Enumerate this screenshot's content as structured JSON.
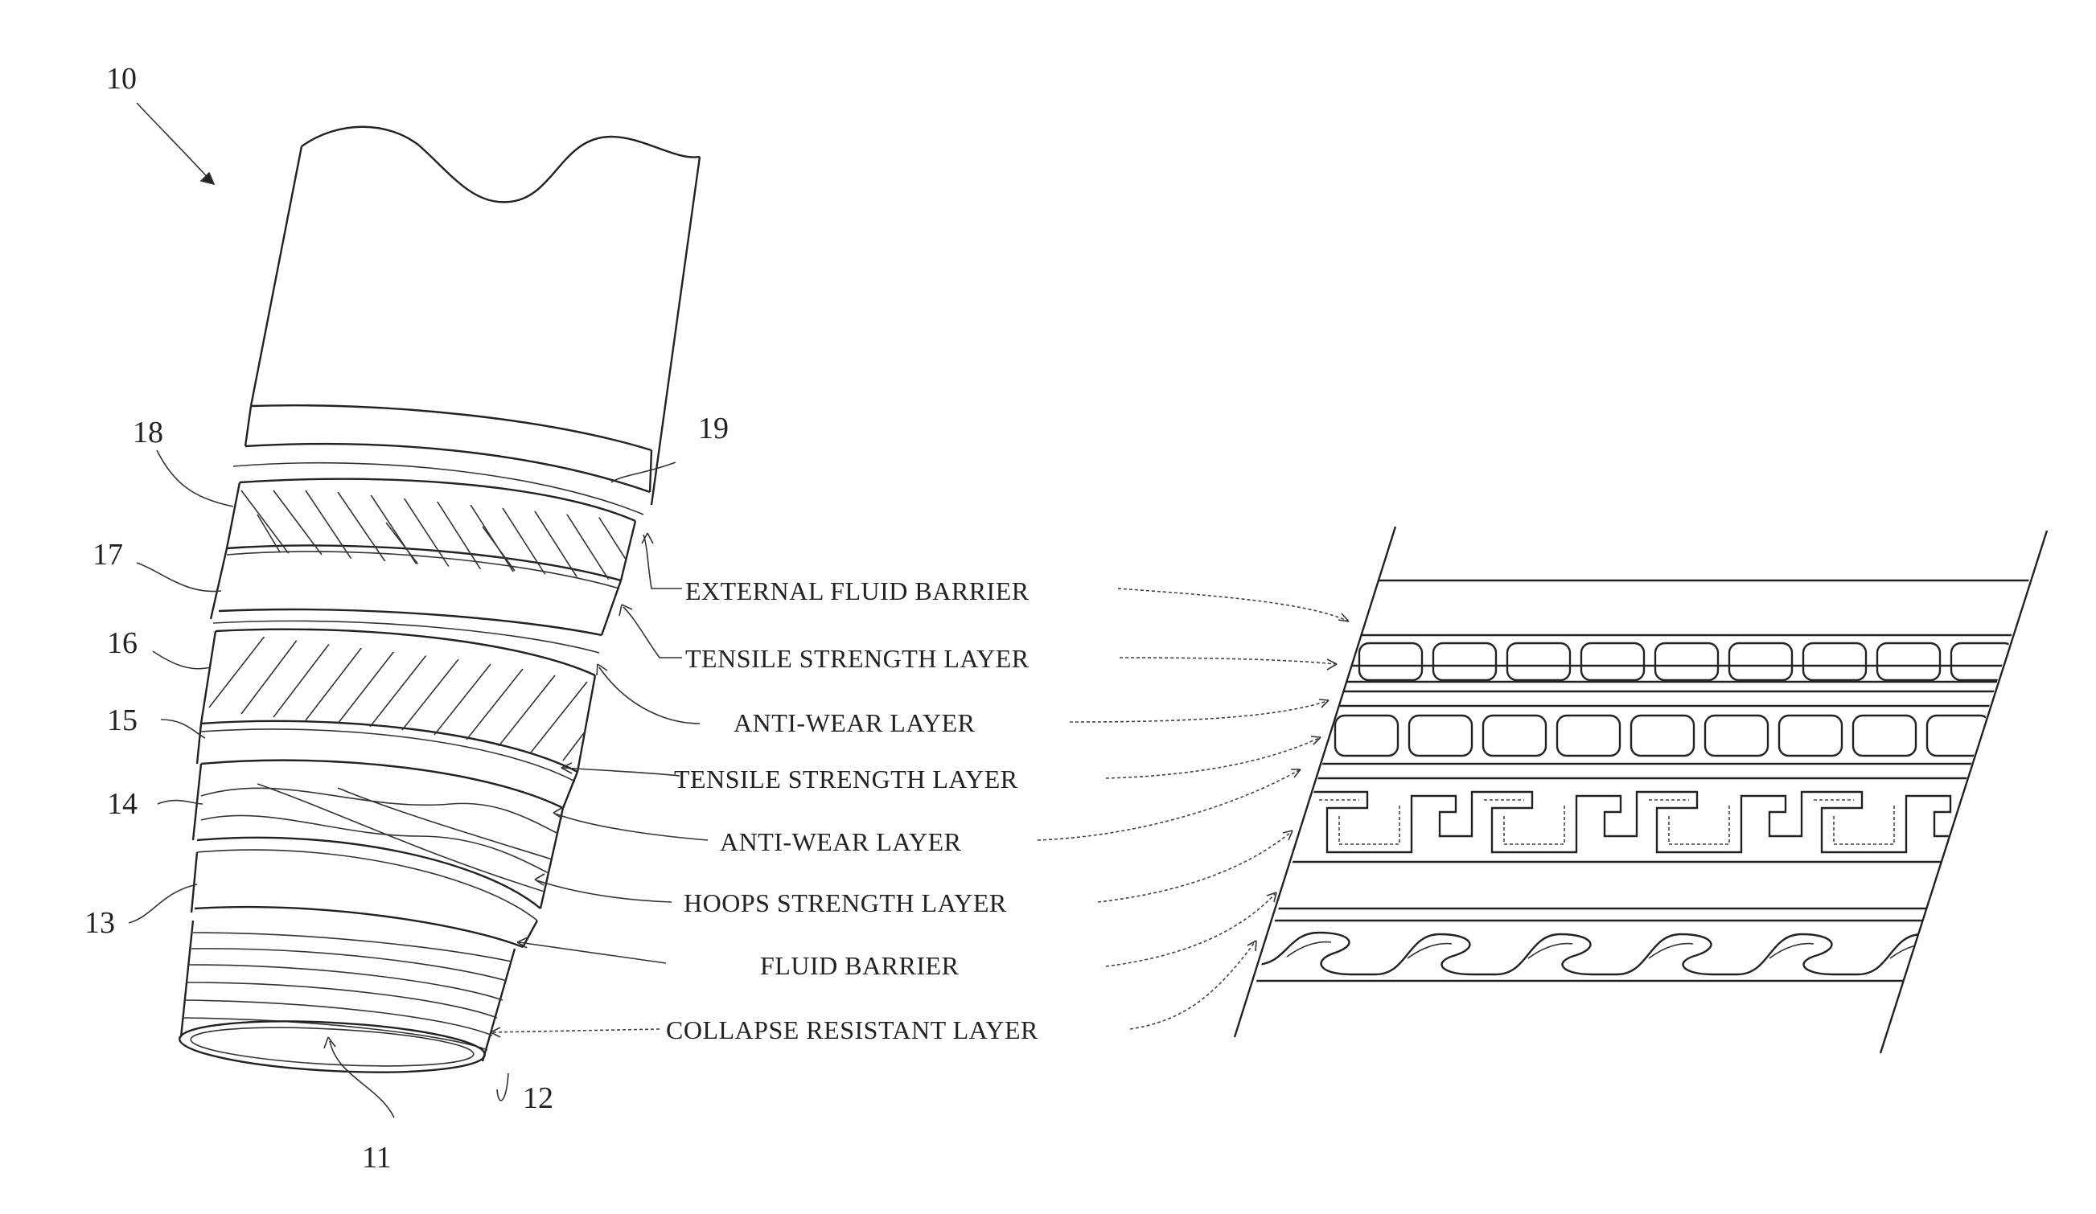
{
  "figure": {
    "reference_numerals": {
      "n10": "10",
      "n11": "11",
      "n12": "12",
      "n13": "13",
      "n14": "14",
      "n15": "15",
      "n16": "16",
      "n17": "17",
      "n18": "18",
      "n19": "19"
    },
    "layer_labels": {
      "external_fluid_barrier": "EXTERNAL FLUID BARRIER",
      "tensile_strength_outer": "TENSILE STRENGTH LAYER",
      "anti_wear_outer": "ANTI-WEAR LAYER",
      "tensile_strength_inner": "TENSILE STRENGTH LAYER",
      "anti_wear_inner": "ANTI-WEAR LAYER",
      "hoops_strength": "HOOPS STRENGTH LAYER",
      "fluid_barrier": "FLUID BARRIER",
      "collapse_resistant": "COLLAPSE RESISTANT LAYER"
    }
  }
}
